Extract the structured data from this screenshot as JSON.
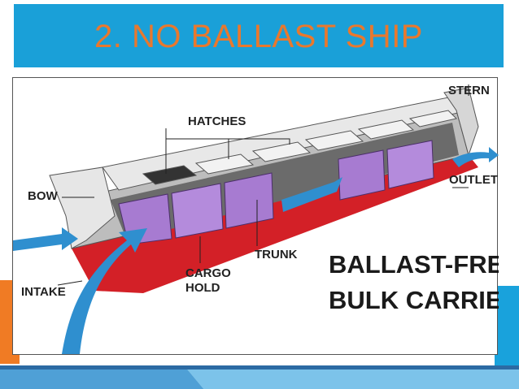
{
  "slide": {
    "title": "2. NO BALLAST SHIP",
    "colors": {
      "title_bg": "#1aa0d8",
      "title_text": "#e9782d",
      "accent_orange": "#f07b24",
      "accent_blue": "#19a2dc",
      "band_dark": "#2c6aa3"
    }
  },
  "diagram": {
    "labels": {
      "hatches": "HATCHES",
      "stern": "STERN",
      "bow": "BOW",
      "outlet": "OUTLET",
      "trunk": "TRUNK",
      "cargo_line1": "CARGO",
      "cargo_line2": "HOLD",
      "intake": "INTAKE"
    },
    "caption_line1": "BALLAST-FREE",
    "caption_line2": "BULK CARRIER",
    "colors": {
      "water": "#2f8fcf",
      "hull_red": "#d32027",
      "cargo_purple": "#a77bd1",
      "deck_grey": "#d9d9d9"
    }
  }
}
